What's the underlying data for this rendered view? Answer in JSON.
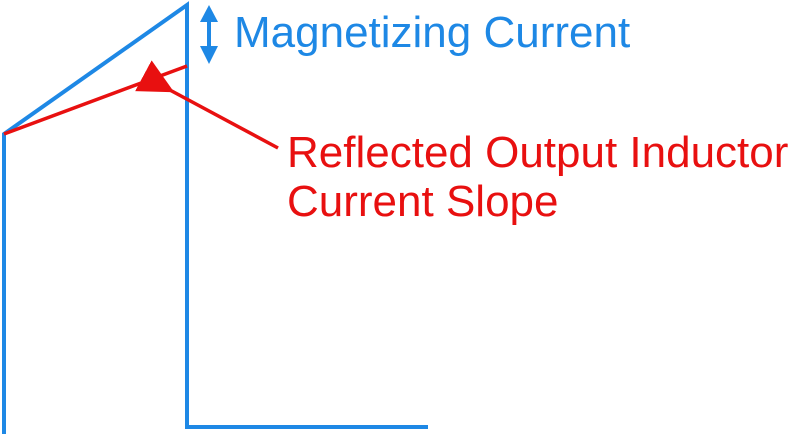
{
  "labels": {
    "magnetizing": "Magnetizing Current",
    "reflected_line1": "Reflected Output Inductor",
    "reflected_line2": "Current Slope"
  },
  "colors": {
    "waveform": "#1e88e5",
    "slope": "#e81010",
    "background": "#ffffff"
  }
}
